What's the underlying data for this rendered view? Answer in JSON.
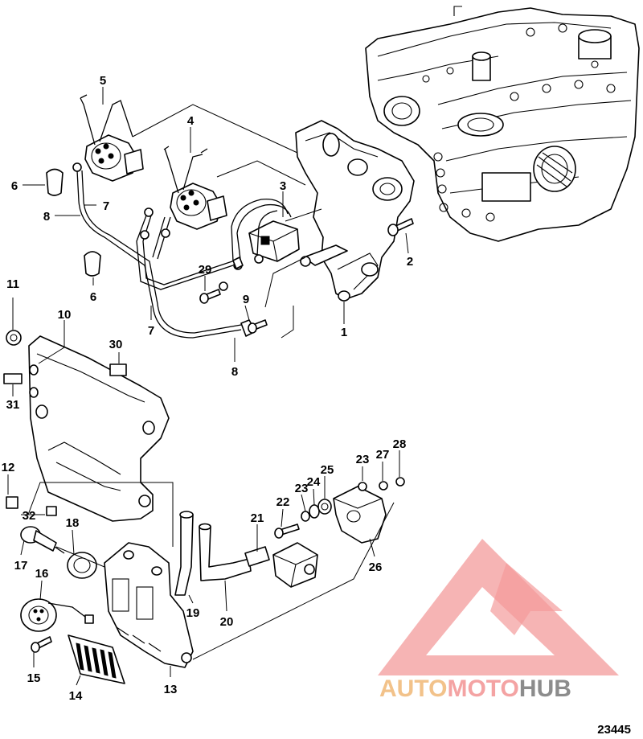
{
  "diagram": {
    "figure_number": "23445",
    "callouts": [
      {
        "id": "c1",
        "label": "1"
      },
      {
        "id": "c2",
        "label": "2"
      },
      {
        "id": "c3",
        "label": "3"
      },
      {
        "id": "c4",
        "label": "4"
      },
      {
        "id": "c5",
        "label": "5"
      },
      {
        "id": "c6a",
        "label": "6"
      },
      {
        "id": "c6b",
        "label": "6"
      },
      {
        "id": "c7a",
        "label": "7"
      },
      {
        "id": "c7b",
        "label": "7"
      },
      {
        "id": "c8a",
        "label": "8"
      },
      {
        "id": "c8b",
        "label": "8"
      },
      {
        "id": "c9",
        "label": "9"
      },
      {
        "id": "c10",
        "label": "10"
      },
      {
        "id": "c11",
        "label": "11"
      },
      {
        "id": "c12",
        "label": "12"
      },
      {
        "id": "c13",
        "label": "13"
      },
      {
        "id": "c14",
        "label": "14"
      },
      {
        "id": "c15",
        "label": "15"
      },
      {
        "id": "c16",
        "label": "16"
      },
      {
        "id": "c17",
        "label": "17"
      },
      {
        "id": "c18",
        "label": "18"
      },
      {
        "id": "c19",
        "label": "19"
      },
      {
        "id": "c20",
        "label": "20"
      },
      {
        "id": "c21",
        "label": "21"
      },
      {
        "id": "c22",
        "label": "22"
      },
      {
        "id": "c23a",
        "label": "23"
      },
      {
        "id": "c23b",
        "label": "23"
      },
      {
        "id": "c24",
        "label": "24"
      },
      {
        "id": "c25",
        "label": "25"
      },
      {
        "id": "c26",
        "label": "26"
      },
      {
        "id": "c27",
        "label": "27"
      },
      {
        "id": "c28",
        "label": "28"
      },
      {
        "id": "c29",
        "label": "29"
      },
      {
        "id": "c30",
        "label": "30"
      },
      {
        "id": "c31",
        "label": "31"
      },
      {
        "id": "c32",
        "label": "32"
      }
    ]
  },
  "watermark": {
    "part1": "AUTO",
    "part2": "MOTO",
    "part3": "HUB",
    "color_auto": "#f2c28a",
    "color_moto": "#f4a3a3",
    "color_hub": "#8c8c8c",
    "color_logo": "#f28a8a"
  }
}
